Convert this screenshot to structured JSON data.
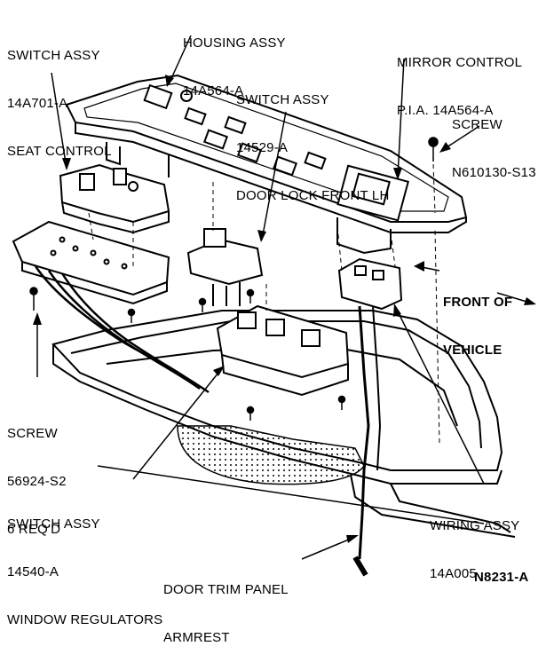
{
  "callouts": {
    "switch_seat": {
      "line1": "SWITCH ASSY",
      "line2": "14A701-A",
      "line3": "SEAT CONTROL"
    },
    "housing": {
      "line1": "HOUSING ASSY",
      "line2": "14A564-A"
    },
    "mirror": {
      "line1": "MIRROR CONTROL",
      "line2": "P.I.A. 14A564-A"
    },
    "door_lock": {
      "line1": "SWITCH ASSY",
      "line2": "14529-A",
      "line3": "DOOR LOCK FRONT LH"
    },
    "screw_top": {
      "line1": "SCREW",
      "line2": "N610130-S13"
    },
    "front": {
      "line1": "FRONT OF",
      "line2": "VEHICLE"
    },
    "screw_left": {
      "line1": "SCREW",
      "line2": "56924-S2",
      "line3": "6 REQ'D"
    },
    "window": {
      "line1": "SWITCH ASSY",
      "line2": "14540-A",
      "line3": "WINDOW REGULATORS"
    },
    "wiring": {
      "line1": "WIRING ASSY",
      "line2": "14A005"
    },
    "trim": {
      "line1": "DOOR TRIM PANEL",
      "line2": "ARMREST"
    }
  },
  "figure_code": "N8231-A",
  "colors": {
    "ink": "#000000",
    "paper": "#ffffff"
  }
}
